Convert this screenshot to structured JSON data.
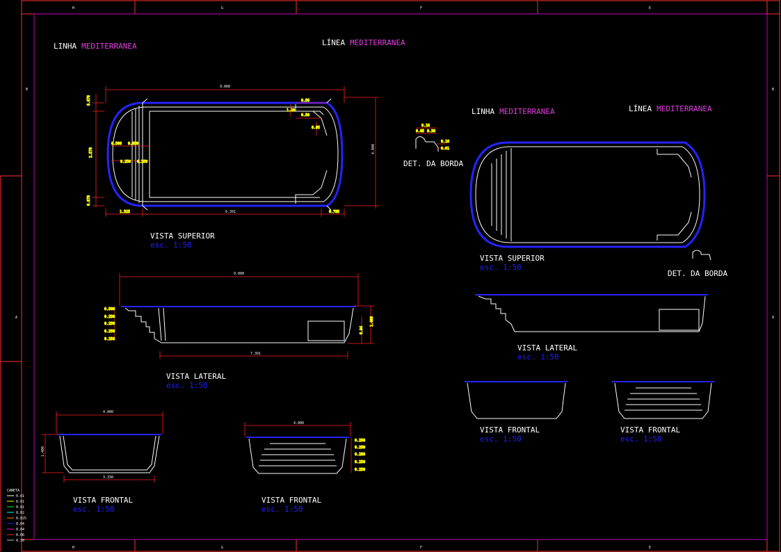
{
  "colors": {
    "background": "#000000",
    "frame": "#ff3030",
    "border": "#c000c0",
    "outline": "#ffffff",
    "pool_edge": "#2424ff",
    "dimension": "#ff2020",
    "dim_text": "#ffff00",
    "title_accent": "#e040e0",
    "scale_text": "#2020ff"
  },
  "frame_markers": {
    "top": [
      "H",
      "G",
      "F",
      "E"
    ],
    "side": [
      "B",
      "A"
    ]
  },
  "headers": {
    "left": {
      "prefix": "LINHA",
      "accent": "MEDITERRANEA"
    },
    "center": {
      "prefix": "LÍNEA",
      "accent": "MEDITERRANEA"
    },
    "right_pt": {
      "prefix": "LINHA",
      "accent": "MEDITERRANEA"
    },
    "right_es": {
      "prefix": "LÍNEA",
      "accent": "MEDITERRANEA"
    }
  },
  "views": {
    "left_superior": {
      "title": "VISTA SUPERIOR",
      "scale": "esc.   1:50"
    },
    "left_lateral": {
      "title": "VISTA LATERAL",
      "scale": "esc.   1:50"
    },
    "left_frontal_1": {
      "title": "VISTA FRONTAL",
      "scale": "esc.   1:50"
    },
    "left_frontal_2": {
      "title": "VISTA FRONTAL",
      "scale": "esc.   1:50"
    },
    "right_superior": {
      "title": "VISTA SUPERIOR",
      "scale": "esc.   1:50"
    },
    "right_lateral": {
      "title": "VISTA LATERAL",
      "scale": "esc.   1:50"
    },
    "right_frontal_1": {
      "title": "VISTA FRONTAL",
      "scale": "esc.   1:50"
    },
    "right_frontal_2": {
      "title": "VISTA FRONTAL",
      "scale": "esc.   1:50"
    }
  },
  "details": {
    "det_top": "DET. DA BORDA",
    "det_right": "DET. DA BORDA"
  },
  "dimensions": {
    "sup_length": "9.000",
    "sup_width": "4.000",
    "sup_left": "1.325",
    "sup_mid": "6.391",
    "sup_right": "0.785",
    "sup_side1": "0.670",
    "sup_side2": "2.570",
    "sup_side3": "0.670",
    "sup_s1": "0.500",
    "sup_s2": "0.850",
    "sup_s3": "0.250",
    "sup_s4": "0.250",
    "sup_r1": "0.56",
    "sup_r2": "1.20",
    "sup_r3": "0.50",
    "sup_r4": "0.95",
    "lat_length": "9.000",
    "lat_bottom": "7.391",
    "lat_depth": "1.400",
    "lat_deep": "0.94",
    "lat_steps": [
      "0.500",
      "0.250",
      "0.250",
      "0.250",
      "0.250"
    ],
    "fr1_top": "4.000",
    "fr1_bottom": "3.330",
    "fr1_height": "1.400",
    "fr2_top": "4.000",
    "fr2_steps": [
      "0.250",
      "0.250",
      "0.250",
      "0.250",
      "0.250"
    ],
    "det": [
      "0.16",
      "0.05",
      "0.30",
      "0.16",
      "0.01"
    ]
  },
  "pen_table": {
    "title": "CANETA",
    "rows": [
      "0.01",
      "0.01",
      "0.01",
      "0.02",
      "0.025",
      "0.04",
      "0.04",
      "0.06",
      "0.30"
    ]
  }
}
